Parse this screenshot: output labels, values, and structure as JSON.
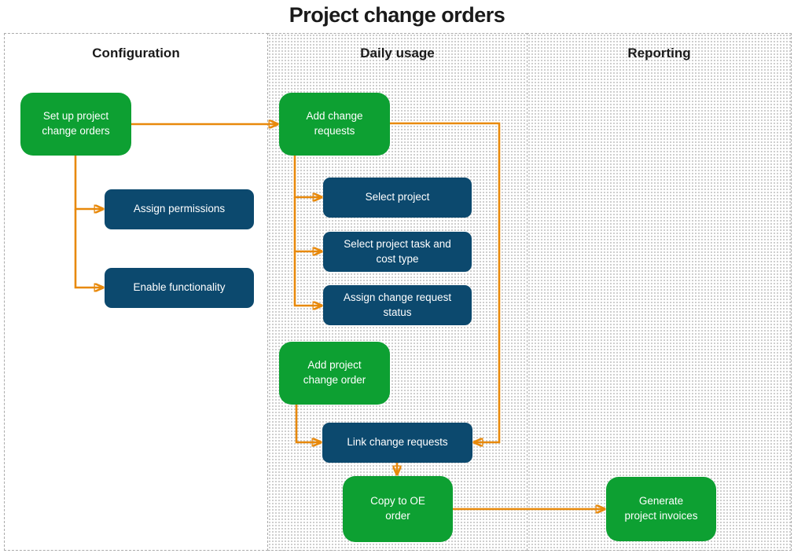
{
  "title": "Project change orders",
  "colors": {
    "green": "#0DA032",
    "blue": "#0C496E",
    "orange": "#E8890B",
    "text_on_box": "#FFFFFF",
    "heading": "#1A1A1A",
    "column_dot": "#C9C9C9",
    "column_border": "#ABABAB"
  },
  "columns": [
    {
      "label": "Configuration"
    },
    {
      "label": "Daily usage"
    },
    {
      "label": "Reporting"
    }
  ],
  "nodes": [
    {
      "id": "set-up-project-change-orders",
      "label": "Set up project change orders",
      "type": "primary",
      "column": "Configuration"
    },
    {
      "id": "assign-permissions",
      "label": "Assign permissions",
      "type": "secondary",
      "column": "Configuration"
    },
    {
      "id": "enable-functionality",
      "label": "Enable functionality",
      "type": "secondary",
      "column": "Configuration"
    },
    {
      "id": "add-change-requests",
      "label": "Add change requests",
      "type": "primary",
      "column": "Daily usage"
    },
    {
      "id": "select-project",
      "label": "Select project",
      "type": "secondary",
      "column": "Daily usage"
    },
    {
      "id": "select-project-task-and-cost-type",
      "label": "Select project task and cost type",
      "type": "secondary",
      "column": "Daily usage"
    },
    {
      "id": "assign-change-request-status",
      "label": "Assign change request status",
      "type": "secondary",
      "column": "Daily usage"
    },
    {
      "id": "add-project-change-order",
      "label": "Add project change order",
      "type": "primary",
      "column": "Daily usage"
    },
    {
      "id": "link-change-requests",
      "label": "Link change requests",
      "type": "secondary",
      "column": "Daily usage"
    },
    {
      "id": "copy-to-oe-order",
      "label": "Copy to OE order",
      "type": "primary",
      "column": "Daily usage"
    },
    {
      "id": "generate-project-invoices",
      "label": "Generate project invoices",
      "type": "primary",
      "column": "Reporting"
    }
  ],
  "edges": [
    {
      "from": "set-up-project-change-orders",
      "to": "add-change-requests"
    },
    {
      "from": "set-up-project-change-orders",
      "to": "assign-permissions"
    },
    {
      "from": "set-up-project-change-orders",
      "to": "enable-functionality"
    },
    {
      "from": "add-change-requests",
      "to": "select-project"
    },
    {
      "from": "add-change-requests",
      "to": "select-project-task-and-cost-type"
    },
    {
      "from": "add-change-requests",
      "to": "assign-change-request-status"
    },
    {
      "from": "add-change-requests",
      "to": "link-change-requests"
    },
    {
      "from": "add-project-change-order",
      "to": "link-change-requests"
    },
    {
      "from": "link-change-requests",
      "to": "copy-to-oe-order"
    },
    {
      "from": "copy-to-oe-order",
      "to": "generate-project-invoices"
    }
  ]
}
